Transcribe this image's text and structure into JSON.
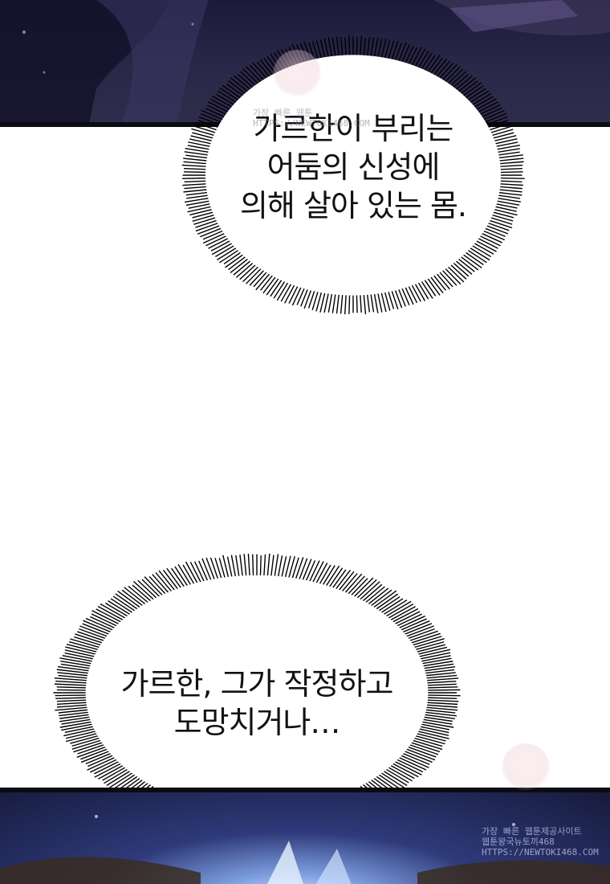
{
  "colors": {
    "panel_dark": "#1c1a3a",
    "panel_glow": "#dfeaff",
    "bubble_fill": "#ffffff",
    "bubble_rays": "#000000",
    "text": "#111111"
  },
  "bubble_top": {
    "lines": [
      "가르한이 부리는",
      "어둠의 신성에",
      "의해 살아 있는 몸."
    ]
  },
  "bubble_bottom": {
    "lines": [
      "가르한, 그가 작정하고",
      "도망치거나…"
    ]
  },
  "watermark_top": {
    "line1": "가장 빠른 웹툰",
    "line2": "HTTPS://NEWTOKI468.COM"
  },
  "watermark_bottom": {
    "line1": "가장 빠른 웹툰제공사이트",
    "line2": "웹툰왕국뉴토끼468",
    "line3": "HTTPS://NEWTOKI468.COM"
  }
}
